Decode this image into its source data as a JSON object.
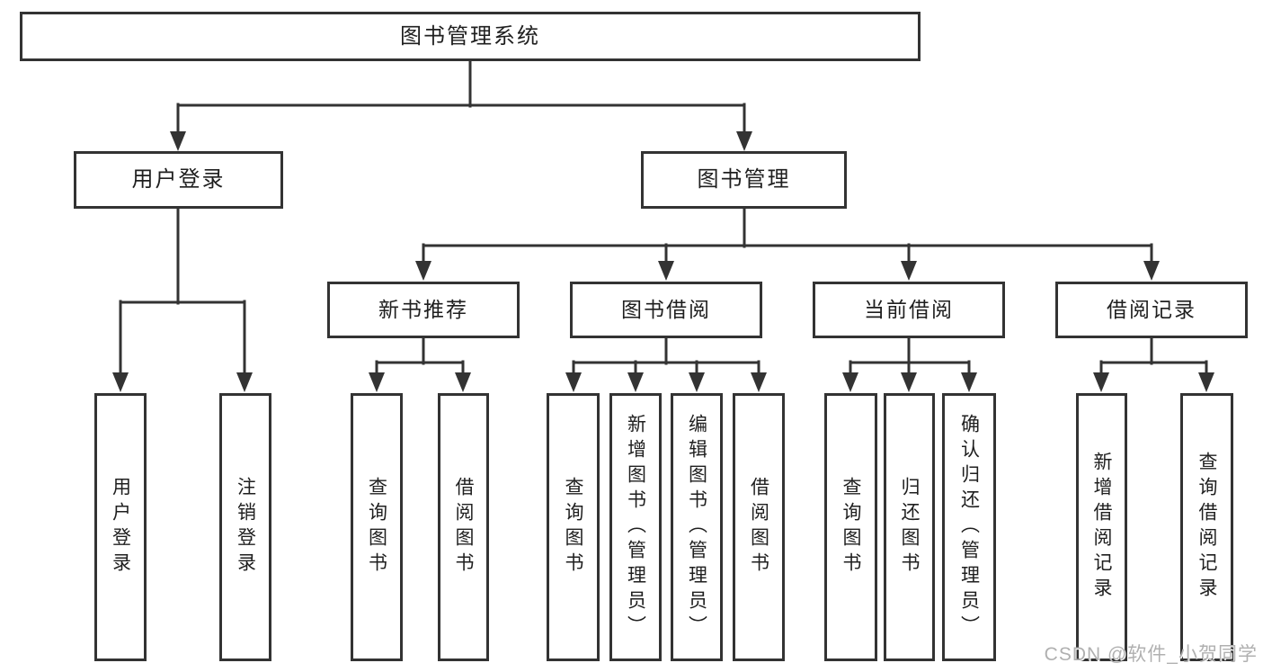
{
  "tree": {
    "root": {
      "label": "图书管理系统"
    },
    "user_login": {
      "label": "用户登录",
      "children": [
        "用户登录",
        "注销登录"
      ]
    },
    "book_mgmt": {
      "label": "图书管理"
    },
    "modules": [
      {
        "label": "新书推荐",
        "children": [
          "查询图书",
          "借阅图书"
        ]
      },
      {
        "label": "图书借阅",
        "children": [
          "查询图书",
          "新增图书（管理员）",
          "编辑图书（管理员）",
          "借阅图书"
        ]
      },
      {
        "label": "当前借阅",
        "children": [
          "查询图书",
          "归还图书",
          "确认归还（管理员）"
        ]
      },
      {
        "label": "借阅记录",
        "children": [
          "新增借阅记录",
          "查询借阅记录"
        ]
      }
    ]
  },
  "watermark": {
    "text": "CSDN @软件_小贺同学"
  },
  "colors": {
    "line": "#333333",
    "box_border": "#333333",
    "text": "#1f1f1f",
    "watermark": "#b0b0b0",
    "background": "#ffffff"
  }
}
